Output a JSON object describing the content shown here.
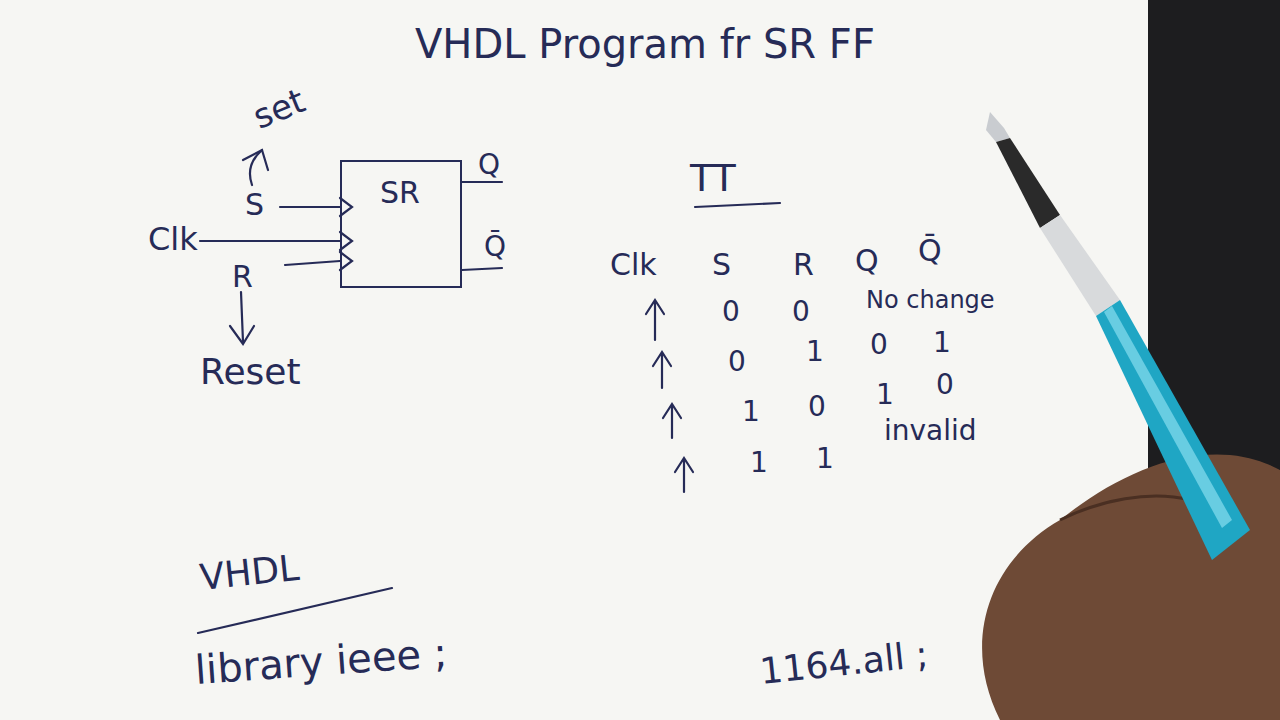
{
  "diagram": {
    "title": "VHDL Program fr SR FF",
    "nodes": [
      {
        "text": [
          "SR"
        ]
      }
    ],
    "labels": [
      "set",
      "S",
      "Clk",
      "R",
      "Reset",
      "Q",
      "Q̄",
      "TT",
      "Clk",
      "S",
      "R",
      "Q",
      "Q̄",
      "0",
      "0",
      "No change",
      "0",
      "1",
      "0",
      "1",
      "1",
      "0",
      "1",
      "0",
      "1",
      "1",
      "invalid",
      "VHDL",
      "library ieee ;",
      "1164.all ;"
    ]
  }
}
